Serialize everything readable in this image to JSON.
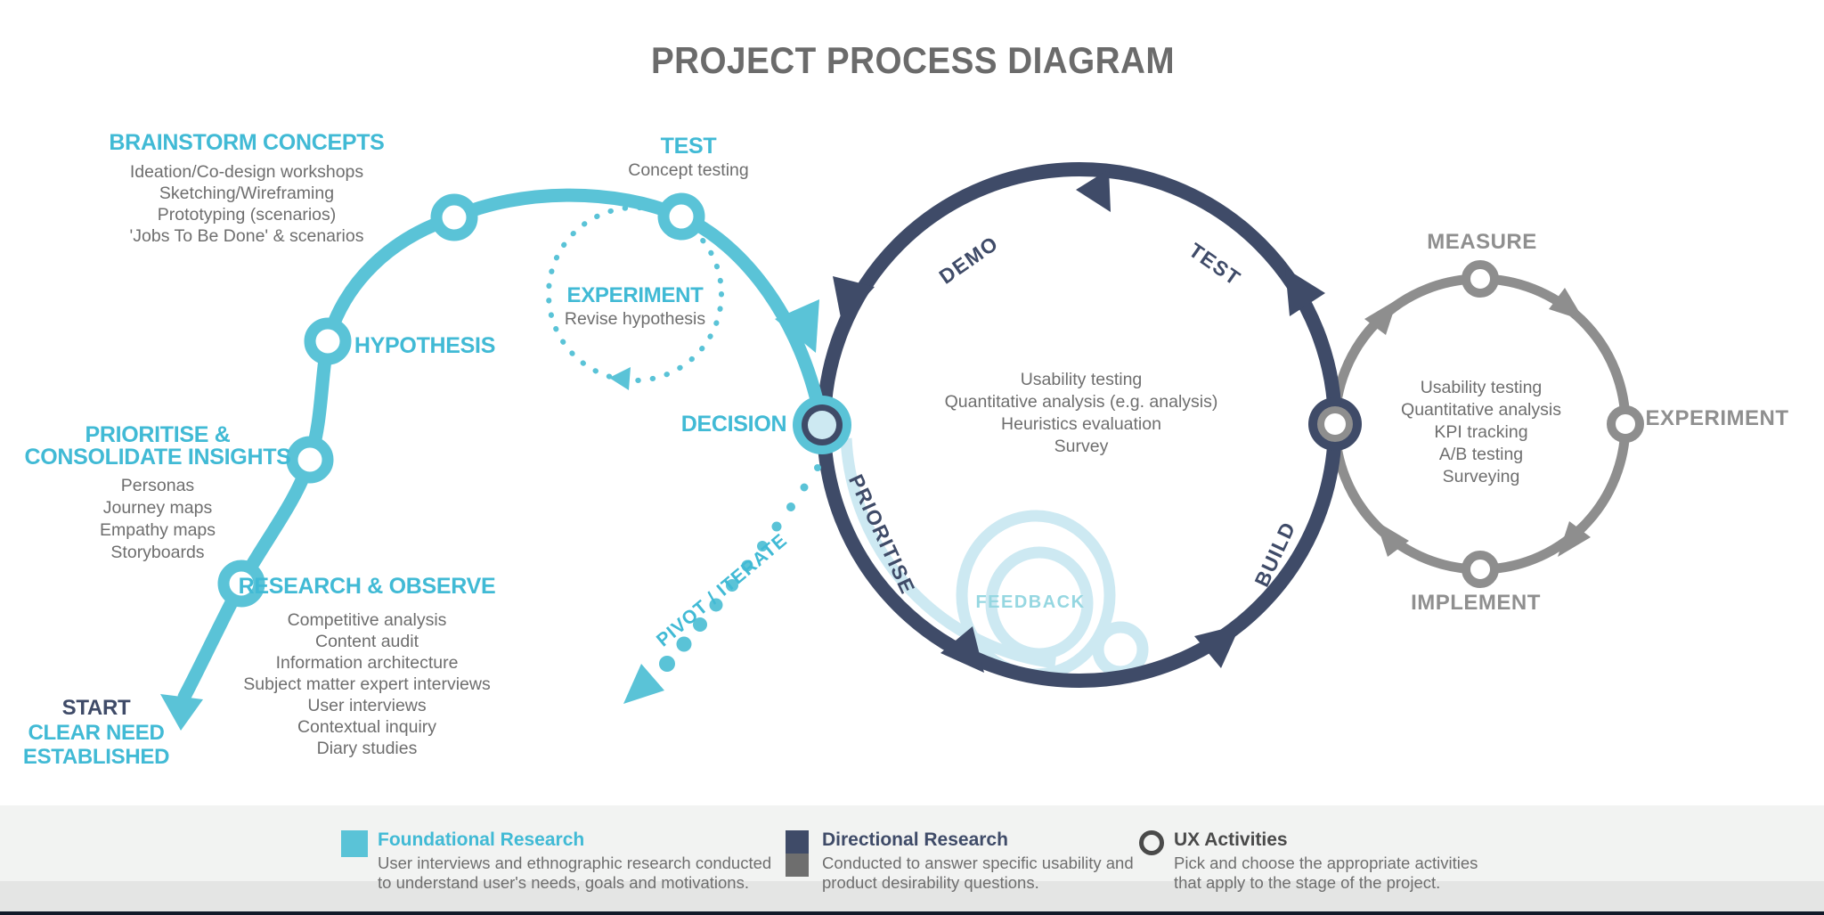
{
  "title": "PROJECT PROCESS DIAGRAM",
  "colors": {
    "teal": "#5ac3d7",
    "teal_text": "#41bad5",
    "navy": "#3f4b68",
    "gray_ring": "#8e8e8e",
    "gray_label": "#8f8f8f",
    "light_blue": "#cde9f2",
    "feedback_text": "#96d7e1",
    "body_text": "#6e6e6e",
    "title_text": "#6b6b6b",
    "ux_icon": "#4a4a4a",
    "legend_gray_swatch": "#6e6e6e",
    "band1": "#f2f3f2",
    "band2": "#e4e5e4",
    "footer_bar": "#111a29"
  },
  "foundational": {
    "start": {
      "line1": "START",
      "line2": "CLEAR NEED",
      "line3": "ESTABLISHED"
    },
    "research": {
      "title": "RESEARCH & OBSERVE",
      "items": [
        "Competitive analysis",
        "Content audit",
        "Information architecture",
        "Subject matter expert interviews",
        "User interviews",
        "Contextual inquiry",
        "Diary studies"
      ]
    },
    "prioritise": {
      "title_line1": "PRIORITISE &",
      "title_line2": "CONSOLIDATE INSIGHTS",
      "items": [
        "Personas",
        "Journey maps",
        "Empathy maps",
        "Storyboards"
      ]
    },
    "hypothesis": {
      "title": "HYPOTHESIS"
    },
    "brainstorm": {
      "title": "BRAINSTORM CONCEPTS",
      "items": [
        "Ideation/Co-design workshops",
        "Sketching/Wireframing",
        "Prototyping (scenarios)",
        "'Jobs To Be Done' & scenarios"
      ]
    },
    "test": {
      "title": "TEST",
      "sub": "Concept testing"
    },
    "experiment": {
      "title": "EXPERIMENT",
      "sub": "Revise hypothesis"
    },
    "decision": {
      "title": "DECISION"
    },
    "pivot": {
      "label": "PIVOT / ITERATE"
    }
  },
  "directional": {
    "labels": {
      "demo": "DEMO",
      "test": "TEST",
      "prioritise": "PRIORITISE",
      "build": "BUILD"
    },
    "center_lines": [
      "Usability testing",
      "Quantitative analysis (e.g. analysis)",
      "Heuristics evaluation",
      "Survey"
    ],
    "feedback": "FEEDBACK"
  },
  "ux": {
    "labels": {
      "measure": "MEASURE",
      "experiment": "EXPERIMENT",
      "implement": "IMPLEMENT"
    },
    "center_lines": [
      "Usability testing",
      "Quantitative analysis",
      "KPI tracking",
      "A/B testing",
      "Surveying"
    ]
  },
  "legend": {
    "foundational": {
      "title": "Foundational Research",
      "desc1": "User interviews and ethnographic research conducted",
      "desc2": "to understand user's needs, goals and motivations."
    },
    "directional": {
      "title": "Directional Research",
      "desc1": "Conducted to answer specific usability and",
      "desc2": "product desirability questions."
    },
    "ux": {
      "title": "UX Activities",
      "desc1": "Pick and choose the appropriate activities",
      "desc2": "that apply to the stage of the project."
    }
  }
}
